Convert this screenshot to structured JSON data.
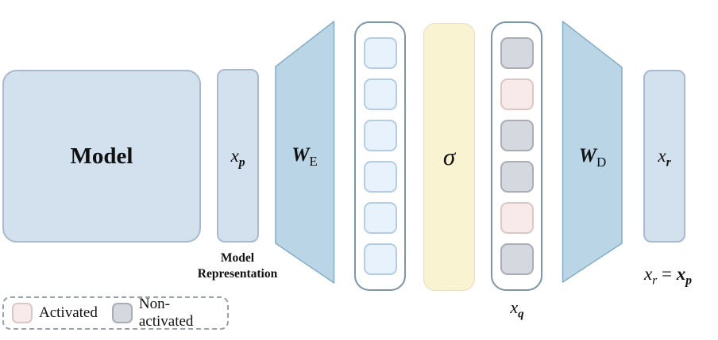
{
  "colors": {
    "bar-fill": "#d3e0ee",
    "bar-border": "#a9b9cf",
    "trap-fill": "#bad6e6",
    "trap-border": "#85aec6",
    "container-border": "#7e96a9",
    "latent-fill": "#e8f2fc",
    "latent-border": "#b4cce4",
    "sigma-fill": "#faf3d2",
    "sigma-border": "#e4ddc0",
    "gray-fill": "#d5d9df",
    "gray-border": "#a9aeb6",
    "pink-fill": "#f8eaea",
    "pink-border": "#dcc7c7",
    "legend-border": "#9aa1ab"
  },
  "model": {
    "label": "Model"
  },
  "xp": {
    "base": "x",
    "sub": "p",
    "caption_line1": "Model",
    "caption_line2": "Representation"
  },
  "encoder": {
    "base": "W",
    "sub": "E"
  },
  "latent": {
    "cells": [
      "latent",
      "latent",
      "latent",
      "latent",
      "latent",
      "latent"
    ]
  },
  "activation": {
    "symbol": "σ"
  },
  "xq": {
    "base": "x",
    "sub": "q",
    "cells": [
      "non-activated",
      "activated",
      "non-activated",
      "non-activated",
      "activated",
      "non-activated"
    ]
  },
  "decoder": {
    "base": "W",
    "sub": "D"
  },
  "xr": {
    "base": "x",
    "sub": "r"
  },
  "equation": {
    "lhs_base": "x",
    "lhs_sub": "r",
    "equals": "=",
    "rhs_base": "x",
    "rhs_sub": "p"
  },
  "legend": {
    "activated_label": "Activated",
    "non_activated_label": "Non-activated"
  }
}
